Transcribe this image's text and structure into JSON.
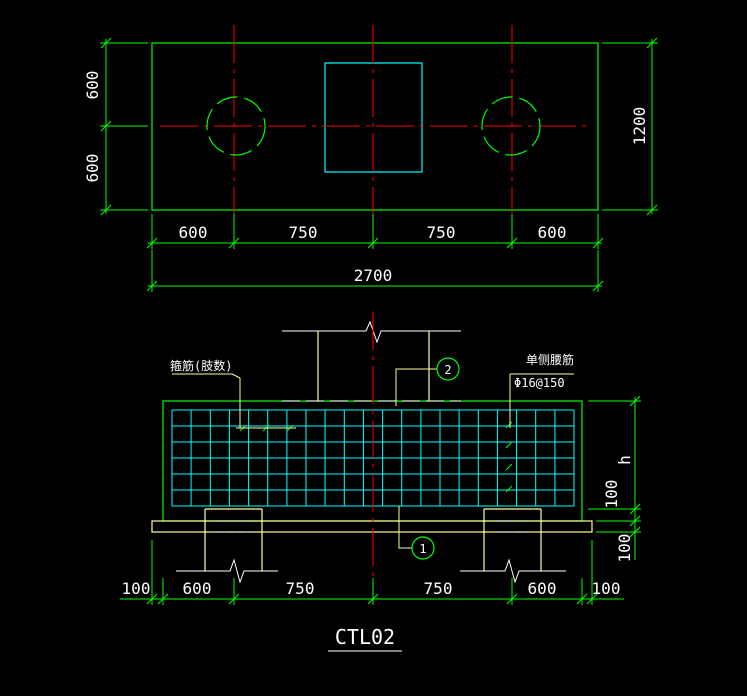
{
  "plan_view": {
    "bottom_dims": [
      "600",
      "750",
      "750",
      "600"
    ],
    "overall_width": "2700",
    "left_dims": [
      "600",
      "600"
    ],
    "right_dim": "1200"
  },
  "section_view": {
    "bottom_dims": [
      "100",
      "600",
      "750",
      "750",
      "600",
      "100"
    ],
    "right_dims": [
      "h",
      "100",
      "100"
    ],
    "label_tie_bar": "箍筋(肢数)",
    "label_side_bar": "单侧腰筋",
    "label_side_bar_spec": "Φ16@150",
    "callout_1": "1",
    "callout_2": "2"
  },
  "drawing_title": "CTL02",
  "colors": {
    "background": "#000000",
    "dimension": "#00ff00",
    "outline": "#00ff00",
    "center_line": "#ff0000",
    "column": "#00ffff",
    "pile": "#00ff00",
    "rebar_grid": "#00ffff",
    "stirrup": "#ffff99",
    "text": "#ffffff"
  }
}
